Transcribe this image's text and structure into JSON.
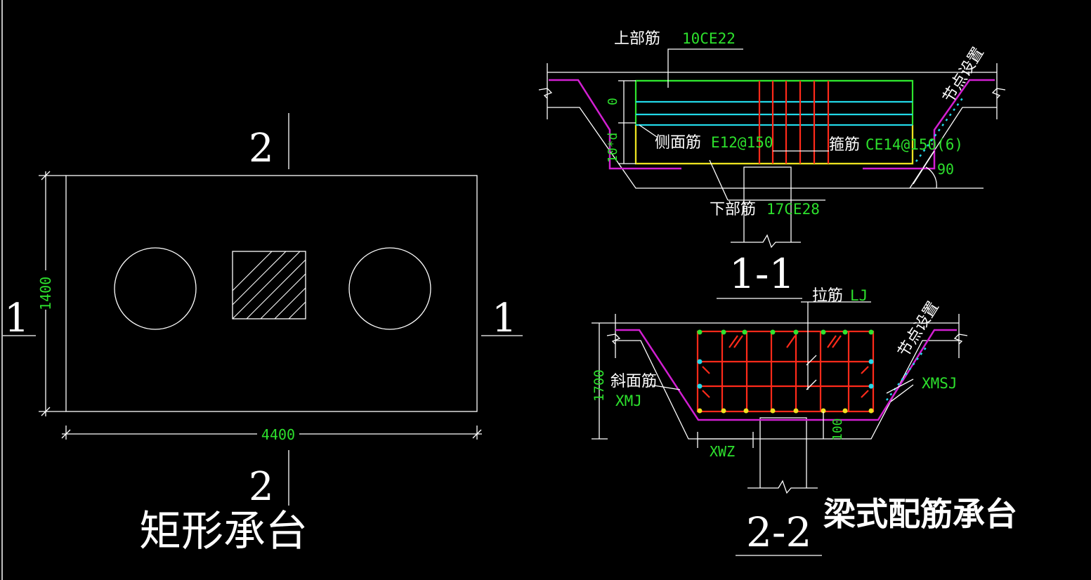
{
  "colors": {
    "background": "#000000",
    "line": "#ffffff",
    "dimension_text": "#2de02d",
    "top_bar": "#2ee52e",
    "side_bar": "#22d8e8",
    "stirrup": "#ff2a1a",
    "bottom_bar": "#f0e020",
    "slope_bar": "#d21fd2"
  },
  "plan": {
    "title": "矩形承台",
    "dim_width": "4400",
    "dim_height": "1400",
    "section_1_left": "1",
    "section_1_right": "1",
    "section_2_top": "2",
    "section_2_bottom": "2"
  },
  "section_1_1": {
    "title": "1-1",
    "top_bar_label": "上部筋",
    "top_bar_value": "10CE22",
    "side_bar_label": "侧面筋",
    "side_bar_value": "E12@150",
    "stirrup_label": "箍筋",
    "stirrup_value": "CE14@150(6)",
    "bottom_bar_label": "下部筋",
    "bottom_bar_value": "17CE28",
    "node_note": "节点设置",
    "dim_zero": "0",
    "dim_10d": "10*d",
    "angle": "90"
  },
  "section_2_2": {
    "title": "2-2",
    "heading": "梁式配筋承台",
    "tie_label": "拉筋",
    "tie_value": "LJ",
    "slope_label": "斜面筋",
    "slope_value": "XMJ",
    "node_note": "节点设置",
    "right_slope_value": "XMSJ",
    "dim_height": "1700",
    "dim_100": "100",
    "dim_xwz": "XWZ"
  }
}
